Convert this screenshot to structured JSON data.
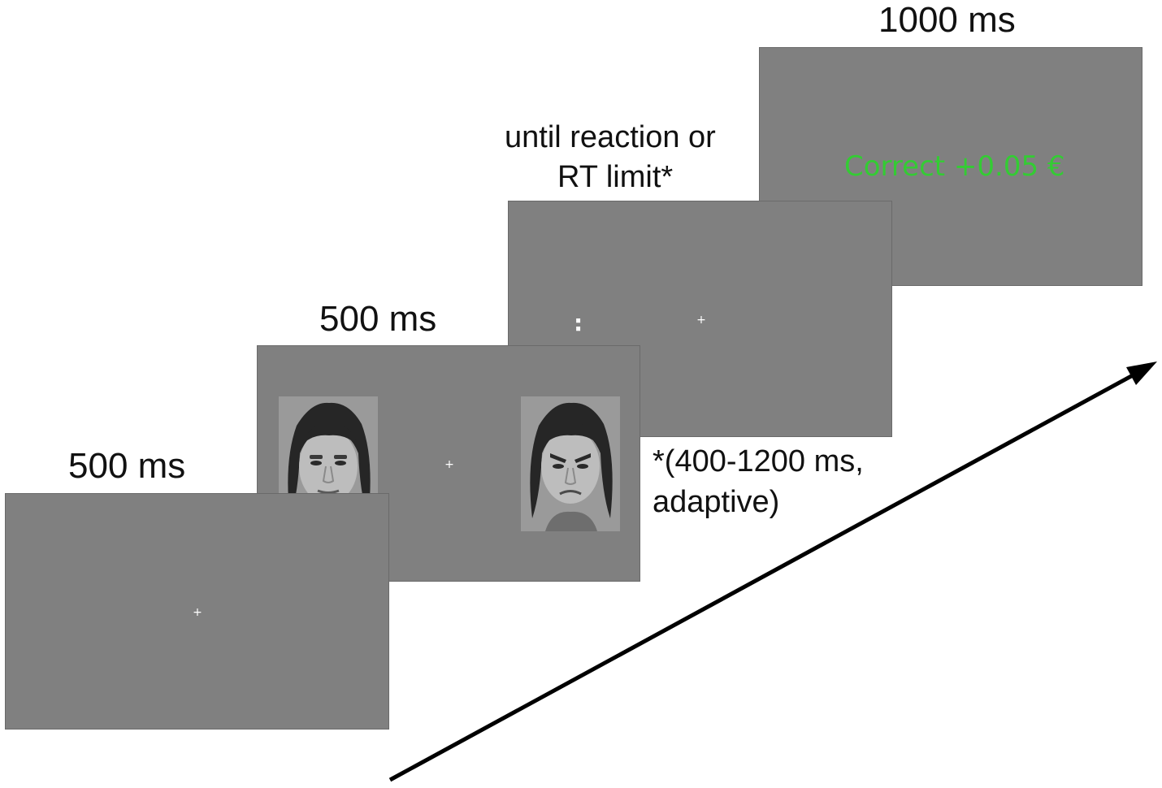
{
  "timeline": {
    "screens": [
      {
        "id": "fixation",
        "duration_label": "500 ms",
        "center_mark": "+"
      },
      {
        "id": "faces",
        "duration_label": "500 ms",
        "center_mark": "+"
      },
      {
        "id": "response",
        "duration_label_lines": [
          "until reaction or",
          "RT limit*"
        ],
        "center_mark": "+",
        "cue_mark": ":",
        "footnote_lines": [
          "*(400-1200 ms,",
          "adaptive)"
        ]
      },
      {
        "id": "feedback",
        "duration_label": "1000 ms",
        "feedback_text": "Correct +0.05 €"
      }
    ],
    "colors": {
      "screen_bg": "#808080",
      "feedback_text": "#33cc33",
      "fixation": "#ffffff",
      "arrow": "#000000"
    },
    "icons": {
      "faces": [
        "neutral-face-photo",
        "angry-face-photo"
      ],
      "time_axis": "arrow-up-right"
    }
  }
}
